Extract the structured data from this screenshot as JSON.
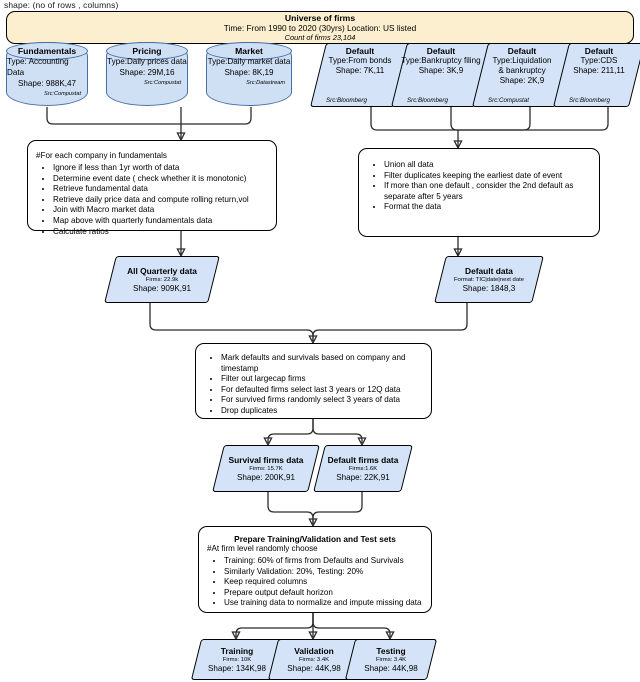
{
  "caption": "shape: (no of rows , columns)",
  "universe": {
    "title": "Universe of firms",
    "subtitle": "Time: From 1990 to 2020 (30yrs)  Location: US listed",
    "count": "Count of firms 23,104"
  },
  "sources": [
    {
      "title": "Fundamentals",
      "type": "Type: Accounting Data",
      "shape": "Shape: 988K,47",
      "src": "Src:Compustat"
    },
    {
      "title": "Pricing",
      "type": "Type:Daily prices data",
      "shape": "Shape: 29M,16",
      "src": "Src:Compustat"
    },
    {
      "title": "Market",
      "type": "Type:Daily market data",
      "shape": "Shape: 8K,19",
      "src": "Src:Datastream"
    }
  ],
  "defaults": [
    {
      "title": "Default",
      "type": "Type:From bonds",
      "type2": "",
      "shape": "Shape: 7K,11",
      "src": "Src:Bloomberg"
    },
    {
      "title": "Default",
      "type": "Type:Bankruptcy filing",
      "type2": "",
      "shape": "Shape: 3K,9",
      "src": "Src:Bloomberg"
    },
    {
      "title": "Default",
      "type": "Type:Liquidation",
      "type2": "& bankruptcy",
      "shape": "Shape: 2K,9",
      "src": "Src:Compustat"
    },
    {
      "title": "Default",
      "type": "Type:CDS",
      "type2": "",
      "shape": "Shape: 211,11",
      "src": "Src:Bloomberg"
    }
  ],
  "fundamentals_process": {
    "preamble": "#For each company in fundamentals",
    "bullets": [
      "Ignore if less than 1yr worth of data",
      "Determine event date ( check whether it is monotonic)",
      "Retrieve fundamental data",
      "Retrieve daily price data and compute rolling return,vol",
      "Join with Macro market data",
      "Map above with quarterly fundamentals data",
      "Calculate ratios"
    ]
  },
  "defaults_process": {
    "bullets": [
      "Union all data",
      "Filter duplicates keeping the earliest date of event",
      "If more than one default , consider the 2nd default as separate after 5 years",
      "Format the data"
    ]
  },
  "quarterly_data": {
    "title": "All Quarterly data",
    "firms": "Firms: 22.9k",
    "shape": "Shape: 909K,91"
  },
  "default_data": {
    "title": "Default data",
    "format": "Format: TIC|date|next date",
    "shape": "Shape: 1848,3"
  },
  "merge_process": {
    "bullets": [
      "Mark defaults and survivals based on company and timestamp",
      "Filter out largecap firms",
      "For defaulted firms select last 3 years or 12Q data",
      "For survived firms randomly select 3 years of data",
      "Drop duplicates"
    ]
  },
  "split_data": [
    {
      "title": "Survival firms data",
      "firms": "Firms: 15.7K",
      "shape": "Shape: 200K,91"
    },
    {
      "title": "Default firms data",
      "firms": "Firms:1.6K",
      "shape": "Shape: 22K,91"
    }
  ],
  "prepare_process": {
    "header": "Prepare Training/Validation and Test sets",
    "preamble": "#At firm level randomly choose",
    "bullets": [
      "Training: 60% of firms from Defaults and Survivals",
      "Similarly Validation: 20%, Testing: 20%",
      "Keep required columns",
      "Prepare output default horizon",
      "Use training data to normalize and impute missing data"
    ]
  },
  "outputs": [
    {
      "title": "Training",
      "firms": "Firms: 10K",
      "shape": "Shape: 134K,98"
    },
    {
      "title": "Validation",
      "firms": "Firms: 3.4K",
      "shape": "Shape: 44K,98"
    },
    {
      "title": "Testing",
      "firms": "Firms: 3.4K",
      "shape": "Shape: 44K,98"
    }
  ],
  "colors": {
    "banner": "#fcefd0",
    "cylinder": "#cfe0f5",
    "parallelogram": "#d4e3f7",
    "stroke": "#000000"
  }
}
